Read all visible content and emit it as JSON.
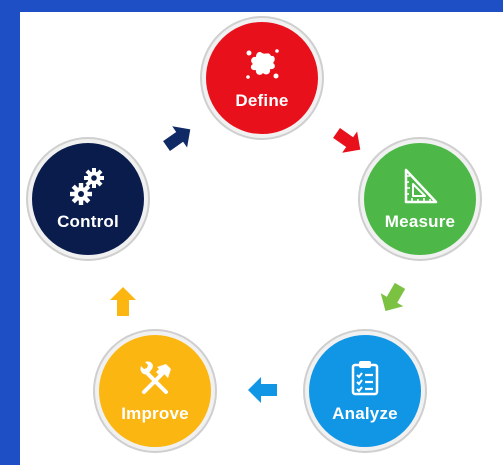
{
  "diagram": {
    "phases": [
      {
        "label": "Define",
        "icon": "paint-splat-icon",
        "color": "#e8101b"
      },
      {
        "label": "Measure",
        "icon": "set-square-icon",
        "color": "#4db848"
      },
      {
        "label": "Analyze",
        "icon": "clipboard-icon",
        "color": "#1196e6"
      },
      {
        "label": "Improve",
        "icon": "hammer-wrench-icon",
        "color": "#fbb611"
      },
      {
        "label": "Control",
        "icon": "gears-icon",
        "color": "#0a1c4c"
      }
    ],
    "arrows": [
      {
        "from": "Define",
        "to": "Measure",
        "color": "#e8101b"
      },
      {
        "from": "Measure",
        "to": "Analyze",
        "color": "#7cc242"
      },
      {
        "from": "Analyze",
        "to": "Improve",
        "color": "#1196e6"
      },
      {
        "from": "Improve",
        "to": "Control",
        "color": "#fbb611"
      },
      {
        "from": "Control",
        "to": "Define",
        "color": "#102a66"
      }
    ],
    "background_color": "#1f4fc4"
  }
}
